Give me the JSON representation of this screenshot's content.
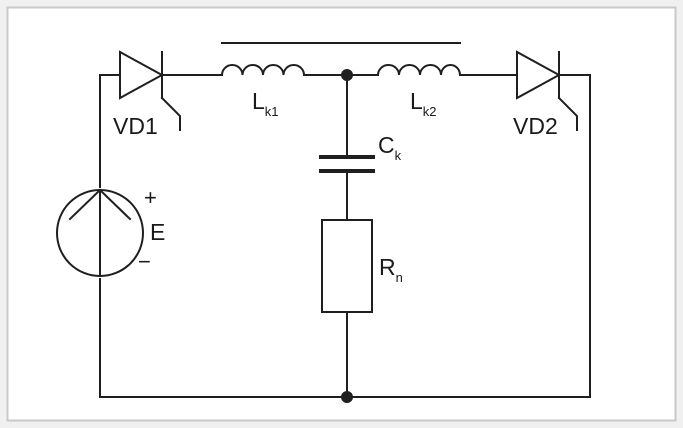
{
  "colors": {
    "frame": "#c9c9c9",
    "background": "#f0f0f0",
    "panel": "#ffffff",
    "wire": "#1f1f1f"
  },
  "components": {
    "diode_1": {
      "label": "VD1"
    },
    "diode_2": {
      "label": "VD2"
    },
    "inductor_1": {
      "label": "L",
      "subscript": "k1"
    },
    "inductor_2": {
      "label": "L",
      "subscript": "k2"
    },
    "capacitor": {
      "label": "C",
      "subscript": "k"
    },
    "resistor": {
      "label": "R",
      "subscript": "n"
    },
    "source": {
      "label": "E",
      "plus": "+",
      "minus": "−"
    }
  }
}
